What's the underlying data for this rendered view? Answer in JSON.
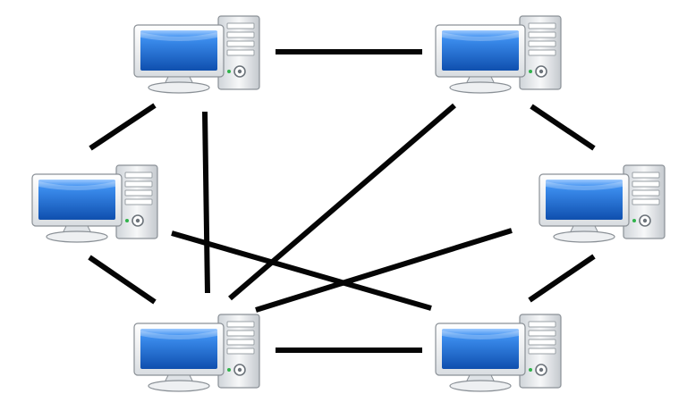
{
  "diagram": {
    "nodes": [
      {
        "id": "pc-top-left",
        "icon": "desktop-computer-icon"
      },
      {
        "id": "pc-top-right",
        "icon": "desktop-computer-icon"
      },
      {
        "id": "pc-middle-left",
        "icon": "desktop-computer-icon"
      },
      {
        "id": "pc-middle-right",
        "icon": "desktop-computer-icon"
      },
      {
        "id": "pc-bottom-left",
        "icon": "desktop-computer-icon"
      },
      {
        "id": "pc-bottom-right",
        "icon": "desktop-computer-icon"
      }
    ],
    "links": [
      {
        "from": "pc-top-left",
        "to": "pc-top-right"
      },
      {
        "from": "pc-top-left",
        "to": "pc-middle-left"
      },
      {
        "from": "pc-top-left",
        "to": "pc-bottom-left"
      },
      {
        "from": "pc-top-right",
        "to": "pc-middle-right"
      },
      {
        "from": "pc-top-right",
        "to": "pc-bottom-left"
      },
      {
        "from": "pc-middle-left",
        "to": "pc-bottom-left"
      },
      {
        "from": "pc-middle-left",
        "to": "pc-bottom-right"
      },
      {
        "from": "pc-middle-right",
        "to": "pc-bottom-left"
      },
      {
        "from": "pc-middle-right",
        "to": "pc-bottom-right"
      },
      {
        "from": "pc-bottom-left",
        "to": "pc-bottom-right"
      }
    ],
    "colors": {
      "link": "#050505",
      "screen": "#1f6fcf",
      "screen_glow": "#8fc4ff",
      "case": "#e9ecef",
      "case_edge": "#8a9096"
    }
  }
}
